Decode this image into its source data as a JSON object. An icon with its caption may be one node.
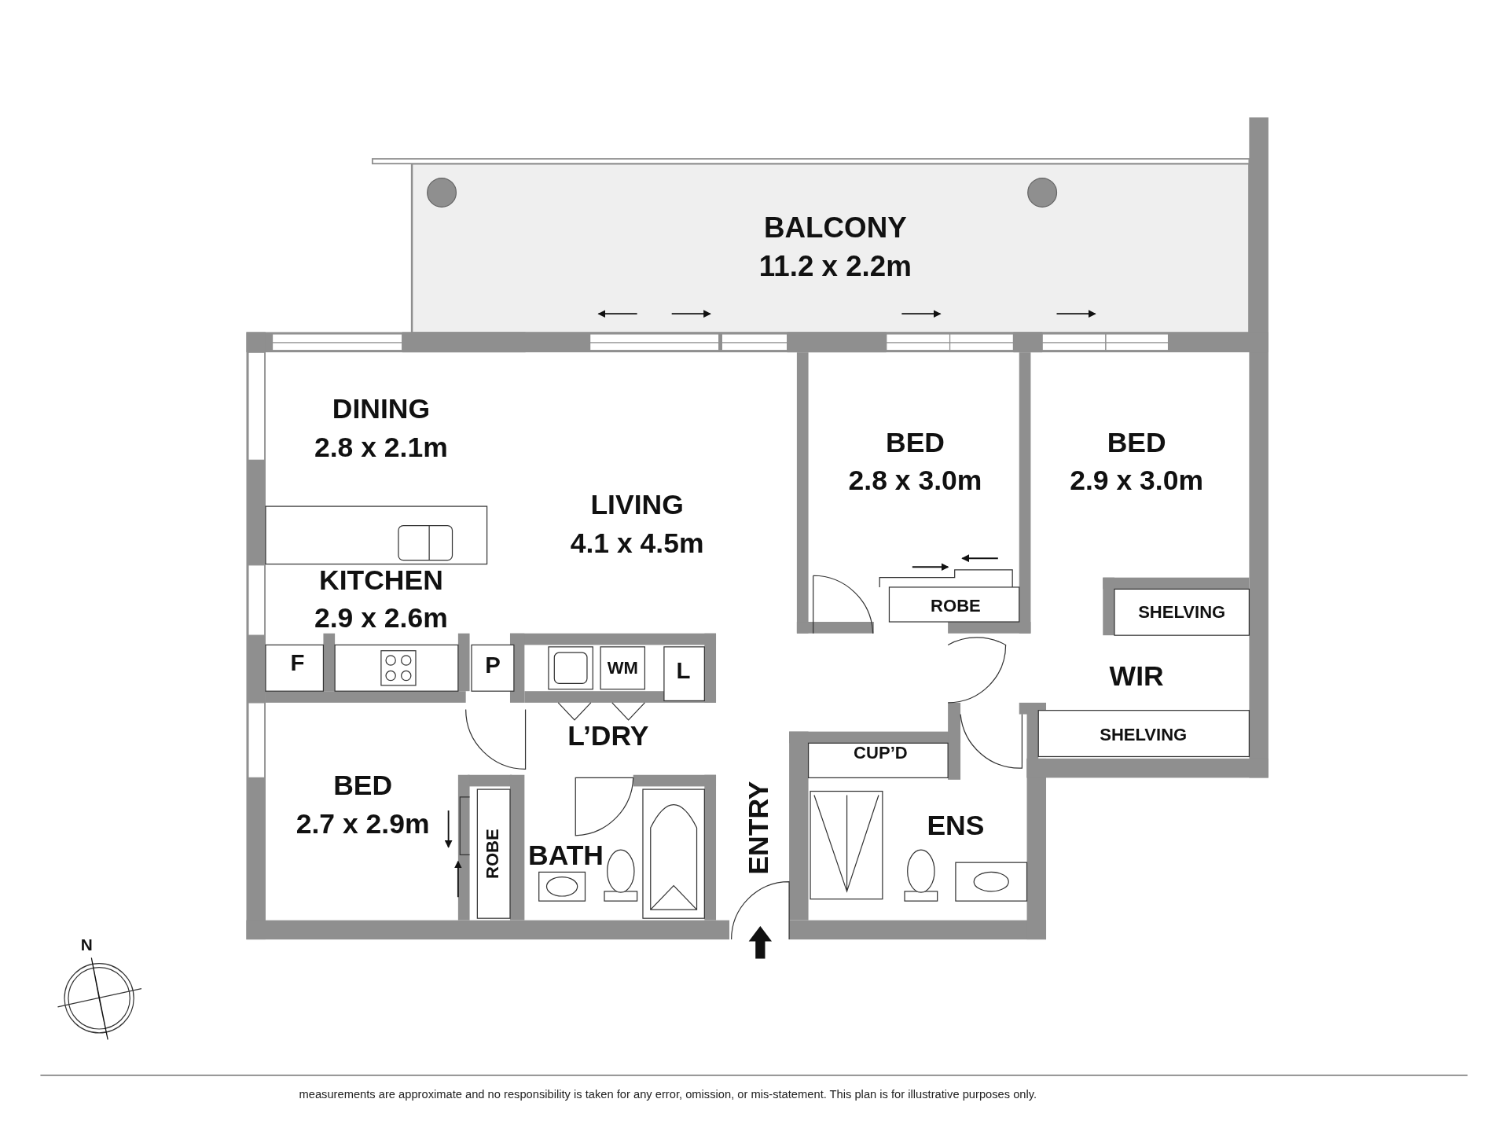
{
  "diagram": {
    "labels": [
      "BALCONY",
      "11.2 x 2.2m",
      "DINING",
      "2.8 x 2.1m",
      "BED",
      "2.8 x 3.0m",
      "BED",
      "2.9 x 3.0m",
      "LIVING",
      "4.1 x 4.5m",
      "KITCHEN",
      "2.9 x 2.6m",
      "ROBE",
      "SHELVING",
      "F",
      "P",
      "WM",
      "L",
      "WIR",
      "L’DRY",
      "SHELVING",
      "CUP’D",
      "BED",
      "2.7 x 2.9m",
      "ENTRY",
      "BATH",
      "ROBE",
      "ENS",
      "N",
      "measurements are approximate and no responsibility is taken for any error, omission, or mis-statement. This plan is for illustrative purposes only."
    ]
  }
}
